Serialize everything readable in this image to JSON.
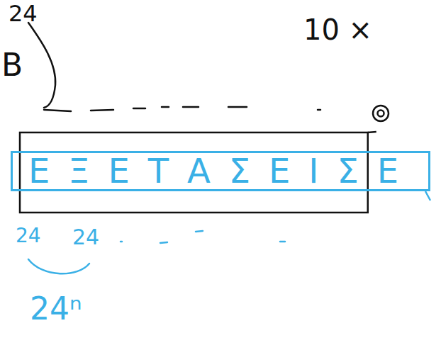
{
  "diagram": {
    "nodes": [
      {
        "text": [
          "ΕΞΕΤΑΣΕΙΣΕ"
        ]
      }
    ],
    "labels": [
      "24",
      "B",
      "10 ×",
      "24",
      "24",
      "24ⁿ"
    ]
  }
}
